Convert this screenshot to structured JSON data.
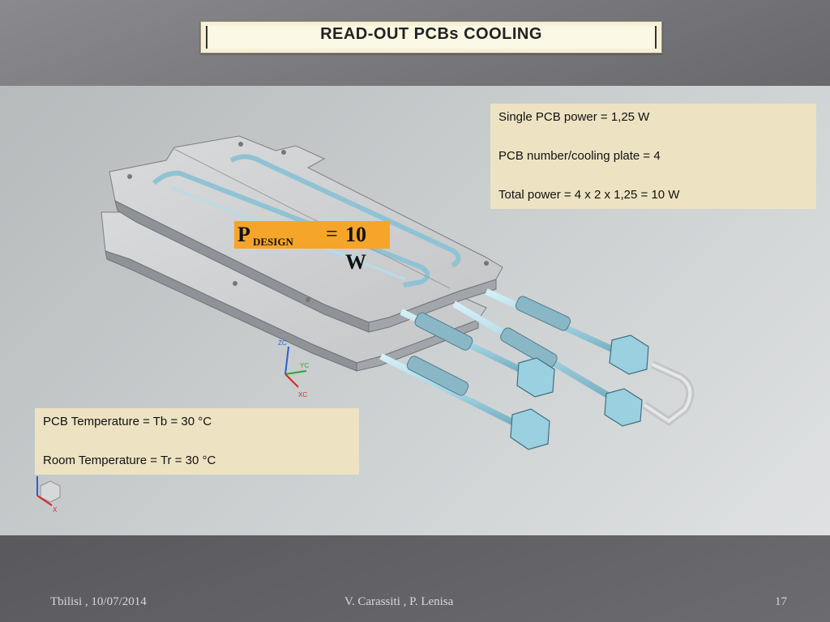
{
  "slide": {
    "title": "READ-OUT PCBs COOLING"
  },
  "top_box": {
    "line1": "Single PCB power = 1,25 W",
    "line2": "PCB number/cooling plate = 4",
    "line3": "Total power = 4 x 2 x 1,25 = 10 W"
  },
  "bottom_box": {
    "line1": "PCB Temperature = Tb = 30 °C",
    "line2": "Room Temperature = Tr = 30 °C"
  },
  "design_label": {
    "p": "P",
    "sub": "DESIGN",
    "eq": "=",
    "value": "10 W"
  },
  "axes": {
    "zc": "ZC",
    "yc": "YC",
    "xc": "XC",
    "x": "X"
  },
  "footer": {
    "place_date": "Tbilisi , 10/07/2014",
    "authors": "V. Carassiti ,  P. Lenisa",
    "page": "17"
  },
  "colors": {
    "label_bg": "#f5a52a",
    "box_bg": "#ede3c3",
    "pipe": "#a9d8e6"
  }
}
